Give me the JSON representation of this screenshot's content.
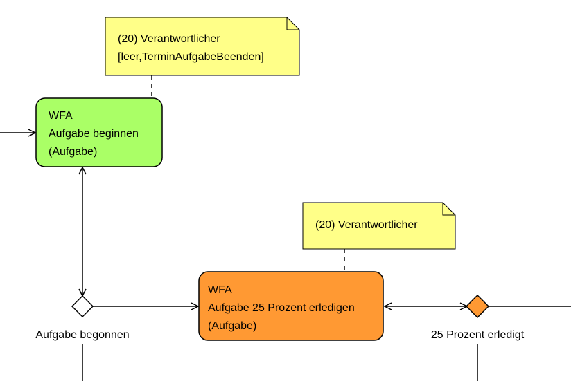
{
  "colors": {
    "node_begin_fill": "#aaff66",
    "node_25_fill": "#ff9933",
    "note_fill": "#ffff88",
    "decision_begun_fill": "#ffffff",
    "decision_25_fill": "#ff9933",
    "stroke": "#000000"
  },
  "notes": [
    {
      "lines": [
        "(20) Verantwortlicher",
        "[leer,TerminAufgabeBeenden]"
      ]
    },
    {
      "lines": [
        "(20) Verantwortlicher"
      ]
    }
  ],
  "nodes": [
    {
      "lines": [
        "WFA",
        "Aufgabe beginnen",
        "(Aufgabe)"
      ]
    },
    {
      "lines": [
        "WFA",
        "Aufgabe 25 Prozent erledigen",
        "(Aufgabe)"
      ]
    }
  ],
  "decisions": [
    {
      "label": "Aufgabe begonnen"
    },
    {
      "label": "25 Prozent erledigt"
    }
  ]
}
